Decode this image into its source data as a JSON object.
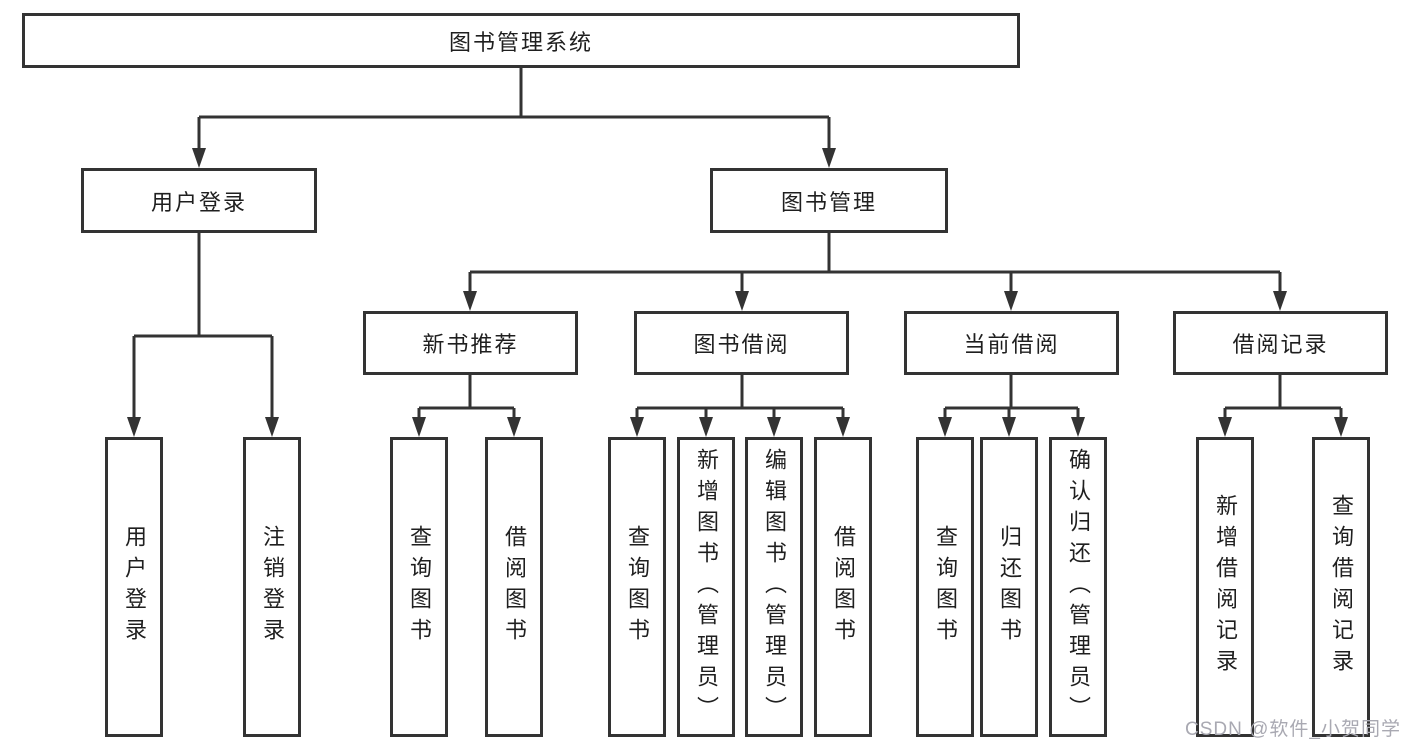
{
  "diagram_title": "图书管理系统",
  "watermark": {
    "text": "CSDN @软件_小贺同学"
  },
  "colors": {
    "line": "#333333",
    "box_border": "#333333",
    "text": "#1f1f1f",
    "watermark": "#a9a9b2",
    "background": "#ffffff"
  },
  "tree": {
    "label": "图书管理系统",
    "children": [
      {
        "label": "用户登录",
        "children": [
          {
            "label": "用户登录"
          },
          {
            "label": "注销登录"
          }
        ]
      },
      {
        "label": "图书管理",
        "children": [
          {
            "label": "新书推荐",
            "children": [
              {
                "label": "查询图书"
              },
              {
                "label": "借阅图书"
              }
            ]
          },
          {
            "label": "图书借阅",
            "children": [
              {
                "label": "查询图书"
              },
              {
                "label": "新增图书（管理员）"
              },
              {
                "label": "编辑图书（管理员）"
              },
              {
                "label": "借阅图书"
              }
            ]
          },
          {
            "label": "当前借阅",
            "children": [
              {
                "label": "查询图书"
              },
              {
                "label": "归还图书"
              },
              {
                "label": "确认归还（管理员）"
              }
            ]
          },
          {
            "label": "借阅记录",
            "children": [
              {
                "label": "新增借阅记录"
              },
              {
                "label": "查询借阅记录"
              }
            ]
          }
        ]
      }
    ]
  }
}
